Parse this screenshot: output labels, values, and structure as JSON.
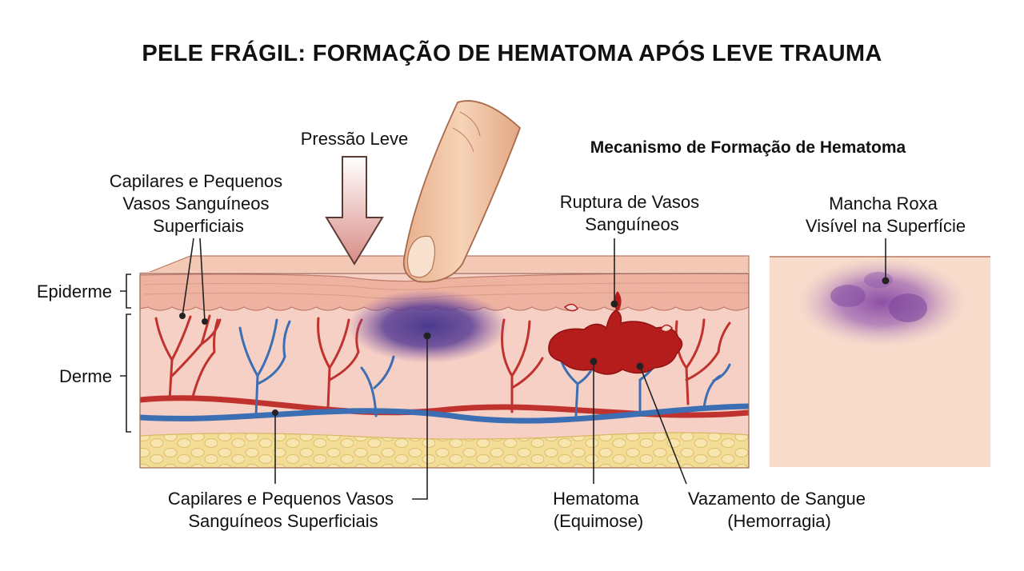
{
  "title": "PELE FRÁGIL: FORMAÇÃO DE HEMATOMA APÓS LEVE TRAUMA",
  "subtitle": "Mecanismo de Formação de Hematoma",
  "labels": {
    "pressure": "Pressão Leve",
    "capillaries_top": [
      "Capilares e Pequenos",
      "Vasos Sanguíneos",
      "Superficiais"
    ],
    "epidermis": "Epiderme",
    "dermis": "Derme",
    "rupture": [
      "Ruptura de Vasos",
      "Sanguíneos"
    ],
    "purple_spot": [
      "Mancha Roxa",
      "Visível na Superfície"
    ],
    "capillaries_bottom": [
      "Capilares e Pequenos Vasos",
      "Sanguíneos Superficiais"
    ],
    "hematoma": [
      "Hematoma",
      "(Equimose)"
    ],
    "leakage": [
      "Vazamento de Sangue",
      "(Hemorragia)"
    ]
  },
  "colors": {
    "artery": "#c0322e",
    "vein": "#3c6eb4",
    "skin": "#f5cfc2",
    "epidermis": "#efb5a4",
    "fat": "#f2d98c",
    "bruise": "#5a3a8c",
    "blood": "#b51d1d"
  }
}
